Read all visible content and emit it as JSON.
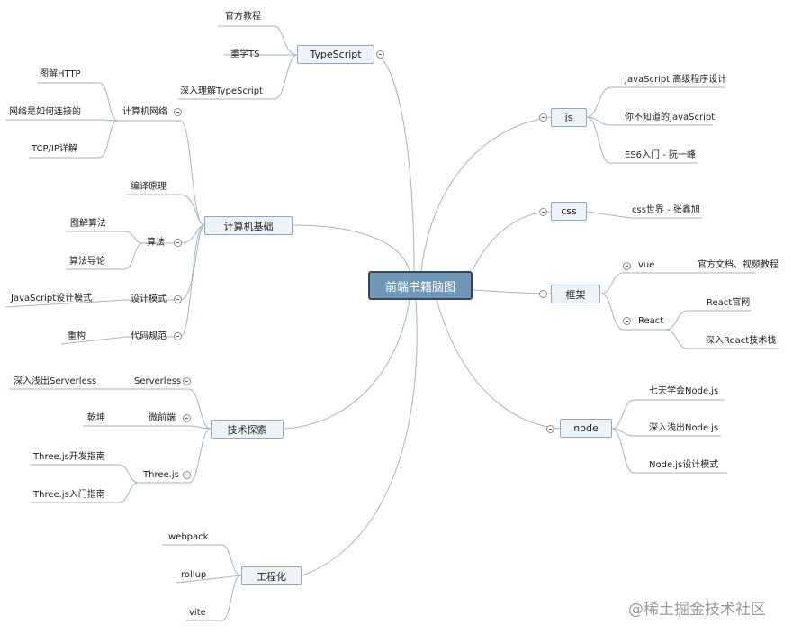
{
  "root": "前端书籍脑图",
  "watermark": "@稀土掘金技术社区",
  "right": {
    "js": {
      "label": "js",
      "items": [
        "JavaScript 高级程序设计",
        "你不知道的JavaScript",
        "ES6入门 - 阮一峰"
      ]
    },
    "css": {
      "label": "css",
      "items": [
        "css世界 - 张鑫旭"
      ]
    },
    "framework": {
      "label": "框架",
      "vue": {
        "label": "vue",
        "items": [
          "官方文档、视频教程"
        ]
      },
      "react": {
        "label": "React",
        "items": [
          "React官网",
          "深入React技术栈"
        ]
      }
    },
    "node": {
      "label": "node",
      "items": [
        "七天学会Node.js",
        "深入浅出Node.js",
        "Node.js设计模式"
      ]
    }
  },
  "left": {
    "typescript": {
      "label": "TypeScript",
      "items": [
        "官方教程",
        "重学TS",
        "深入理解TypeScript"
      ]
    },
    "cs": {
      "label": "计算机基础",
      "network": {
        "label": "计算机网络",
        "items": [
          "图解HTTP",
          "网络是如何连接的",
          "TCP/IP详解"
        ]
      },
      "compiler": "编译原理",
      "algorithm": {
        "label": "算法",
        "items": [
          "图解算法",
          "算法导论"
        ]
      },
      "pattern": {
        "label": "设计模式",
        "items": [
          "JavaScript设计模式"
        ]
      },
      "code": {
        "label": "代码规范",
        "items": [
          "重构"
        ]
      }
    },
    "explore": {
      "label": "技术探索",
      "serverless": {
        "label": "Serverless",
        "items": [
          "深入浅出Serverless"
        ]
      },
      "micro": {
        "label": "微前端",
        "items": [
          "乾坤"
        ]
      },
      "three": {
        "label": "Three.js",
        "items": [
          "Three.js开发指南",
          "Three.js入门指南"
        ]
      }
    },
    "engineering": {
      "label": "工程化",
      "items": [
        "webpack",
        "rollup",
        "vite"
      ]
    }
  }
}
